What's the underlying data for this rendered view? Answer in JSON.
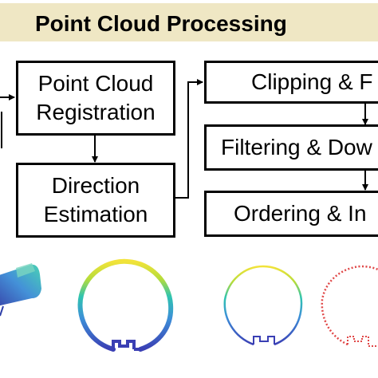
{
  "header": {
    "title": "Point Cloud Processing"
  },
  "boxes": {
    "registration": {
      "line1": "Point Cloud",
      "line2": "Registration"
    },
    "direction": {
      "line1": "Direction",
      "line2": "Estimation"
    },
    "clipping": {
      "label": "Clipping & F"
    },
    "filtering": {
      "label": "Filtering & Dow"
    },
    "ordering": {
      "label": "Ordering & In"
    }
  },
  "colors": {
    "banner": "#efe7c4",
    "cloud_gradient": [
      "#3a3fb4",
      "#3d8fd8",
      "#2fc4b0",
      "#b6dc3a",
      "#f2e33a"
    ],
    "red_ring": "#e04848"
  }
}
